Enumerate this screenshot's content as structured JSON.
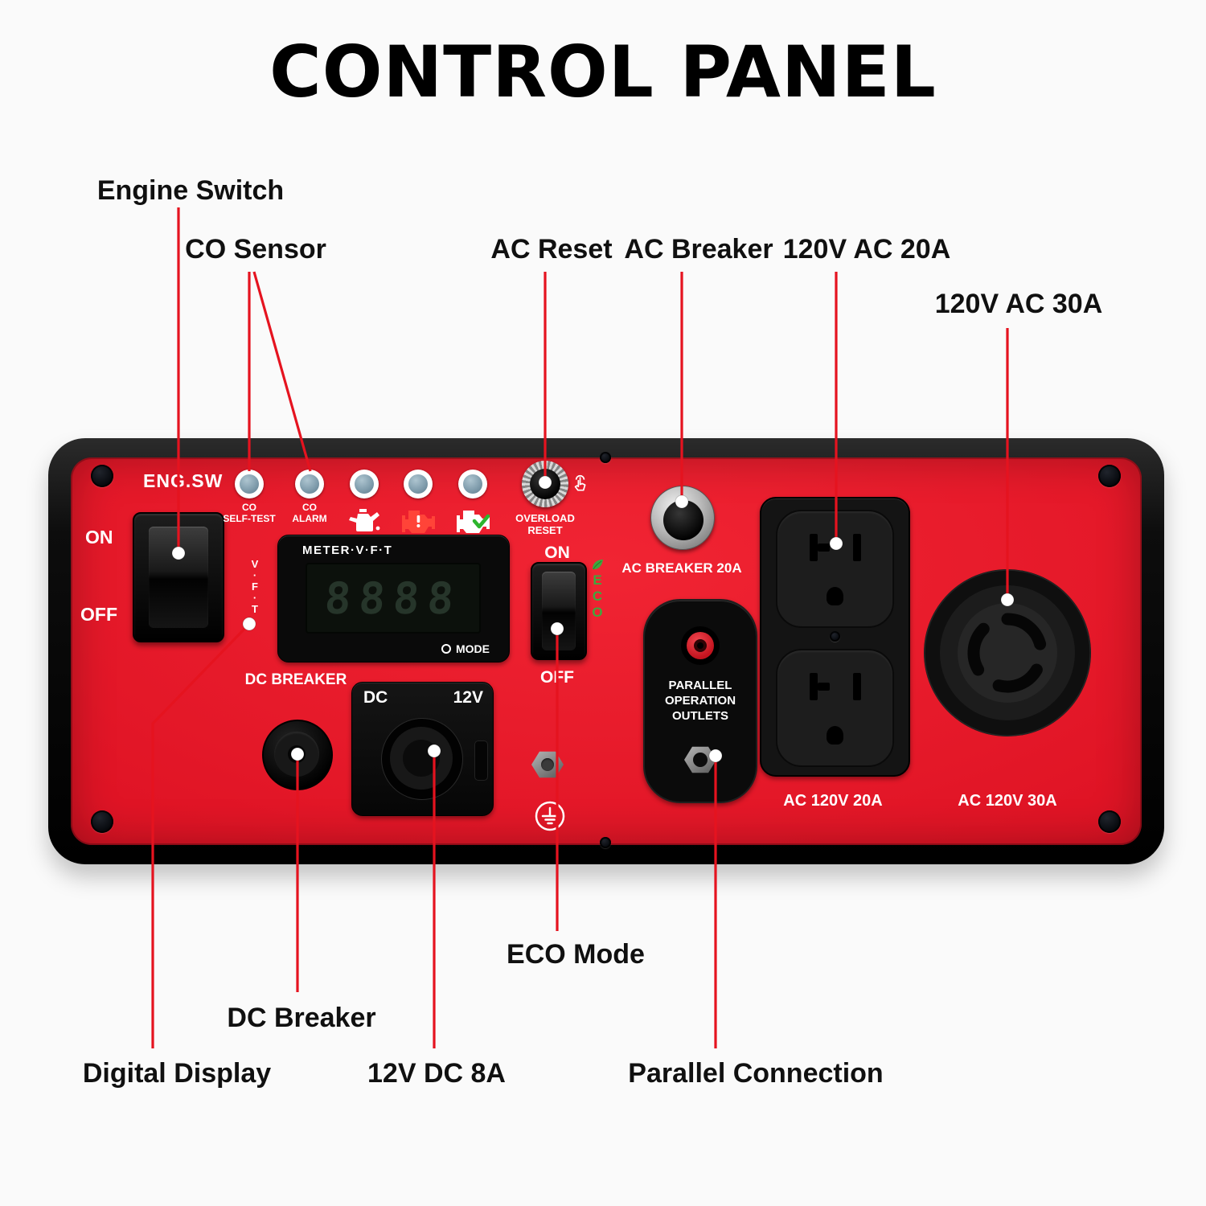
{
  "title": "CONTROL PANEL",
  "callouts": {
    "engine_switch": "Engine Switch",
    "co_sensor": "CO Sensor",
    "ac_reset": "AC Reset",
    "ac_breaker": "AC Breaker",
    "ac_120v_20a": "120V AC 20A",
    "ac_120v_30a": "120V AC 30A",
    "eco_mode": "ECO Mode",
    "dc_breaker": "DC Breaker",
    "digital_display": "Digital Display",
    "dc_12v_8a": "12V DC 8A",
    "parallel_connection": "Parallel Connection"
  },
  "panel": {
    "engine_switch": {
      "title": "ENG.SW",
      "on": "ON",
      "off": "OFF"
    },
    "indicators": {
      "co_self_test": [
        "CO",
        "SELF-TEST"
      ],
      "co_alarm": [
        "CO",
        "ALARM"
      ]
    },
    "overload_reset": [
      "OVERLOAD",
      "RESET"
    ],
    "display": {
      "header": "METER·V·F·T",
      "digits": "8888",
      "mode": "MODE",
      "vft": [
        "V",
        "·",
        "F",
        "·",
        "T"
      ]
    },
    "eco": {
      "on": "ON",
      "off": "OFF",
      "letters": [
        "E",
        "C",
        "O"
      ]
    },
    "ac_breaker": "AC BREAKER 20A",
    "parallel": [
      "PARALLEL",
      "OPERATION",
      "OUTLETS"
    ],
    "dc_breaker": "DC BREAKER",
    "dc_outlet": {
      "dc": "DC",
      "volts": "12V"
    },
    "duplex_label": "AC 120V 20A",
    "twist_label": "AC 120V 30A"
  },
  "icons": {
    "oil": "oil-can-icon",
    "engine_alert": "engine-alert-icon",
    "engine_ok": "engine-check-icon",
    "tap": "tap-icon",
    "leaf": "leaf-icon",
    "ground": "ground-icon",
    "mode": "mode-icon"
  },
  "colors": {
    "page_bg": "#fafafa",
    "callout_red": "#e5131f",
    "panel_red": "#e01425",
    "eco_green": "#3ea83e",
    "label_black": "#101010"
  }
}
